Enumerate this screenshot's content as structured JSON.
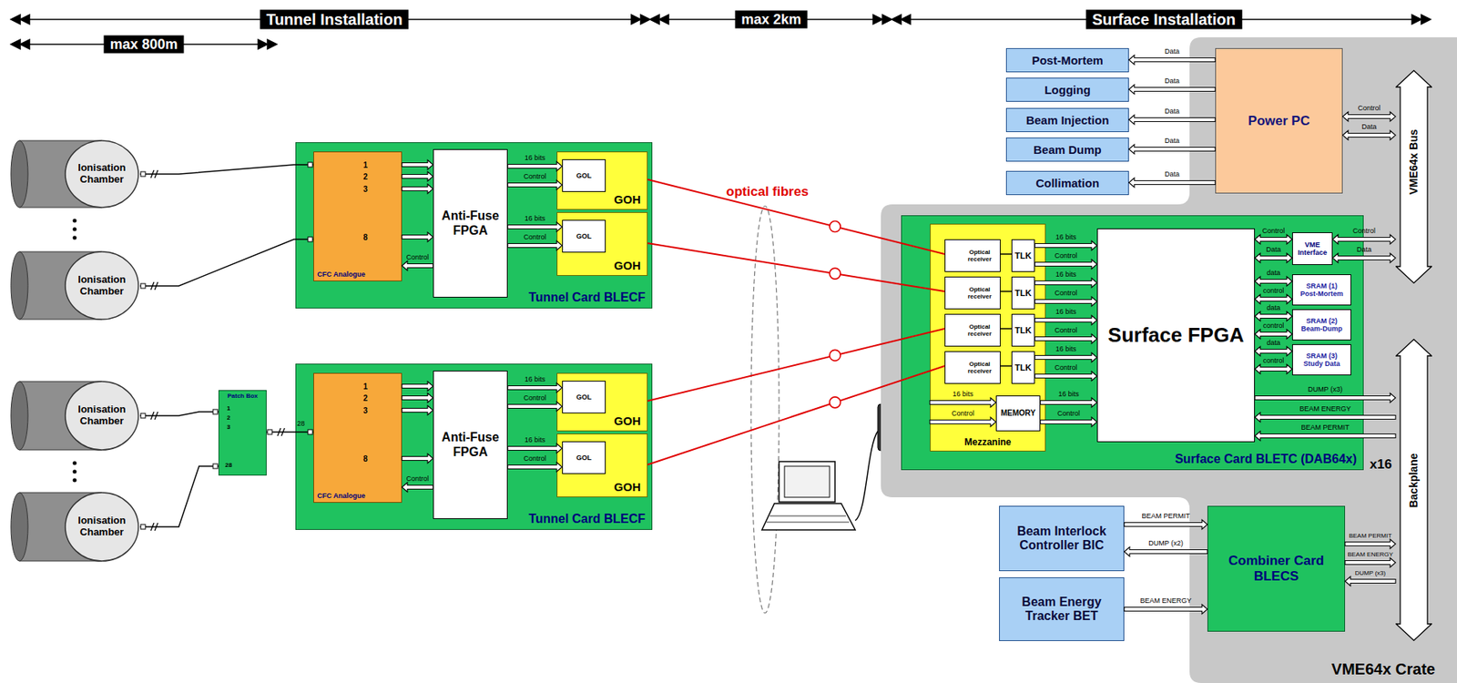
{
  "diagram": {
    "nodes": [
      {
        "text": [
          "Ionisation Chamber"
        ]
      },
      {
        "text": [
          "Ionisation Chamber"
        ]
      },
      {
        "text": [
          "Ionisation Chamber"
        ]
      },
      {
        "text": [
          "Ionisation Chamber"
        ]
      },
      {
        "text": [
          "Tunnel Card BLECF"
        ]
      },
      {
        "text": [
          "CFC Analogue"
        ],
        "in": 4
      },
      {
        "text": [
          "Anti-Fuse FPGA"
        ],
        "in": 4
      },
      {
        "text": [
          "GOH"
        ],
        "in": 4
      },
      {
        "text": [
          "GOL"
        ],
        "in": 7
      },
      {
        "text": [
          "GOH"
        ],
        "in": 4
      },
      {
        "text": [
          "GOL"
        ],
        "in": 9
      },
      {
        "text": [
          "Patch Box"
        ]
      },
      {
        "text": [
          "Tunnel Card BLECF"
        ]
      },
      {
        "text": [
          "CFC Analogue"
        ],
        "in": 12
      },
      {
        "text": [
          "Anti-Fuse FPGA"
        ],
        "in": 12
      },
      {
        "text": [
          "GOH"
        ],
        "in": 12
      },
      {
        "text": [
          "GOL"
        ],
        "in": 15
      },
      {
        "text": [
          "GOH"
        ],
        "in": 12
      },
      {
        "text": [
          "GOL"
        ],
        "in": 17
      },
      {
        "text": [
          "Post-Mortem"
        ]
      },
      {
        "text": [
          "Logging"
        ]
      },
      {
        "text": [
          "Beam Injection"
        ]
      },
      {
        "text": [
          "Beam Dump"
        ]
      },
      {
        "text": [
          "Collimation"
        ]
      },
      {
        "text": [
          "VME64x Crate"
        ]
      },
      {
        "text": [
          "Power PC"
        ],
        "in": 24
      },
      {
        "text": [
          "VME64x Bus"
        ],
        "in": 24
      },
      {
        "text": [
          "Surface Card BLETC (DAB64x)"
        ],
        "in": 24
      },
      {
        "text": [
          "Mezzanine"
        ],
        "in": 27
      },
      {
        "text": [
          "Optical receiver"
        ],
        "in": 28
      },
      {
        "text": [
          "Optical receiver"
        ],
        "in": 28
      },
      {
        "text": [
          "Optical receiver"
        ],
        "in": 28
      },
      {
        "text": [
          "Optical receiver"
        ],
        "in": 28
      },
      {
        "text": [
          "TLK"
        ],
        "in": 28
      },
      {
        "text": [
          "TLK"
        ],
        "in": 28
      },
      {
        "text": [
          "TLK"
        ],
        "in": 28
      },
      {
        "text": [
          "TLK"
        ],
        "in": 28
      },
      {
        "text": [
          "MEMORY"
        ],
        "in": 28
      },
      {
        "text": [
          "Surface FPGA"
        ],
        "in": 27
      },
      {
        "text": [
          "VME Interface"
        ],
        "in": 27
      },
      {
        "text": [
          "SRAM (1) Post-Mortem"
        ],
        "in": 27
      },
      {
        "text": [
          "SRAM (2) Beam-Dump"
        ],
        "in": 27
      },
      {
        "text": [
          "SRAM (3) Study Data"
        ],
        "in": 27
      },
      {
        "text": [
          "Beam Interlock Controller BIC"
        ]
      },
      {
        "text": [
          "Beam Energy Tracker BET"
        ]
      },
      {
        "text": [
          "Combiner Card BLECS"
        ],
        "in": 24
      },
      {
        "text": [
          "Backplane"
        ],
        "in": 24
      }
    ],
    "edges": [
      {
        "from": 0,
        "to": 5,
        "arrow": "none"
      },
      {
        "from": 1,
        "to": 5,
        "arrow": "none"
      },
      {
        "from": 2,
        "to": 11,
        "arrow": "none"
      },
      {
        "from": 3,
        "to": 11,
        "arrow": "none"
      },
      {
        "from": 11,
        "to": 13,
        "arrow": "none",
        "label": "28"
      },
      {
        "from": 5,
        "to": 6,
        "arrow": "to"
      },
      {
        "from": 5,
        "to": 6,
        "arrow": "to"
      },
      {
        "from": 5,
        "to": 6,
        "arrow": "to"
      },
      {
        "from": 5,
        "to": 6,
        "arrow": "to"
      },
      {
        "from": 6,
        "to": 5,
        "arrow": "to",
        "label": "Control"
      },
      {
        "from": 6,
        "to": 8,
        "arrow": "to",
        "label": "16 bits"
      },
      {
        "from": 6,
        "to": 8,
        "arrow": "to",
        "label": "Control"
      },
      {
        "from": 6,
        "to": 10,
        "arrow": "to",
        "label": "16 bits"
      },
      {
        "from": 6,
        "to": 10,
        "arrow": "to",
        "label": "Control"
      },
      {
        "from": 13,
        "to": 14,
        "arrow": "to"
      },
      {
        "from": 13,
        "to": 14,
        "arrow": "to"
      },
      {
        "from": 13,
        "to": 14,
        "arrow": "to"
      },
      {
        "from": 13,
        "to": 14,
        "arrow": "to"
      },
      {
        "from": 14,
        "to": 13,
        "arrow": "to",
        "label": "Control"
      },
      {
        "from": 14,
        "to": 16,
        "arrow": "to",
        "label": "16 bits"
      },
      {
        "from": 14,
        "to": 16,
        "arrow": "to",
        "label": "Control"
      },
      {
        "from": 14,
        "to": 18,
        "arrow": "to",
        "label": "16 bits"
      },
      {
        "from": 14,
        "to": 18,
        "arrow": "to",
        "label": "Control"
      },
      {
        "from": 7,
        "to": 29,
        "arrow": "none"
      },
      {
        "from": 9,
        "to": 30,
        "arrow": "none"
      },
      {
        "from": 15,
        "to": 31,
        "arrow": "none"
      },
      {
        "from": 17,
        "to": 32,
        "arrow": "none"
      },
      {
        "from": 29,
        "to": 33,
        "arrow": "none"
      },
      {
        "from": 30,
        "to": 34,
        "arrow": "none"
      },
      {
        "from": 31,
        "to": 35,
        "arrow": "none"
      },
      {
        "from": 32,
        "to": 36,
        "arrow": "none"
      },
      {
        "from": 33,
        "to": 38,
        "arrow": "to",
        "label": "16 bits"
      },
      {
        "from": 33,
        "to": 38,
        "arrow": "to",
        "label": "Control"
      },
      {
        "from": 34,
        "to": 38,
        "arrow": "to",
        "label": "16 bits"
      },
      {
        "from": 34,
        "to": 38,
        "arrow": "to",
        "label": "Control"
      },
      {
        "from": 35,
        "to": 38,
        "arrow": "to",
        "label": "16 bits"
      },
      {
        "from": 35,
        "to": 38,
        "arrow": "to",
        "label": "Control"
      },
      {
        "from": 36,
        "to": 38,
        "arrow": "to",
        "label": "16 bits"
      },
      {
        "from": 36,
        "to": 38,
        "arrow": "to",
        "label": "Control"
      },
      {
        "from": 28,
        "to": 37,
        "arrow": "to",
        "label": "16 bits"
      },
      {
        "from": 28,
        "to": 37,
        "arrow": "to",
        "label": "Control"
      },
      {
        "from": 37,
        "to": 38,
        "arrow": "to",
        "label": "16 bits"
      },
      {
        "from": 37,
        "to": 38,
        "arrow": "to",
        "label": "Control"
      },
      {
        "from": 38,
        "to": 39,
        "arrow": "both",
        "label": "Control"
      },
      {
        "from": 38,
        "to": 39,
        "arrow": "both",
        "label": "Data"
      },
      {
        "from": 39,
        "to": 26,
        "arrow": "both",
        "label": "Control"
      },
      {
        "from": 39,
        "to": 26,
        "arrow": "both",
        "label": "Data"
      },
      {
        "from": 38,
        "to": 40,
        "arrow": "both",
        "label": "data"
      },
      {
        "from": 38,
        "to": 40,
        "arrow": "both",
        "label": "control"
      },
      {
        "from": 38,
        "to": 41,
        "arrow": "both",
        "label": "data"
      },
      {
        "from": 38,
        "to": 41,
        "arrow": "both",
        "label": "control"
      },
      {
        "from": 38,
        "to": 42,
        "arrow": "both",
        "label": "data"
      },
      {
        "from": 38,
        "to": 42,
        "arrow": "both",
        "label": "control"
      },
      {
        "from": 38,
        "to": 46,
        "arrow": "to",
        "label": "DUMP (x3)"
      },
      {
        "from": 46,
        "to": 38,
        "arrow": "to",
        "label": "BEAM ENERGY"
      },
      {
        "from": 46,
        "to": 38,
        "arrow": "to",
        "label": "BEAM PERMIT"
      },
      {
        "from": 25,
        "to": 19,
        "arrow": "to",
        "label": "Data"
      },
      {
        "from": 25,
        "to": 20,
        "arrow": "to",
        "label": "Data"
      },
      {
        "from": 25,
        "to": 21,
        "arrow": "to",
        "label": "Data"
      },
      {
        "from": 25,
        "to": 22,
        "arrow": "to",
        "label": "Data"
      },
      {
        "from": 25,
        "to": 23,
        "arrow": "to",
        "label": "Data"
      },
      {
        "from": 25,
        "to": 26,
        "arrow": "both",
        "label": "Control"
      },
      {
        "from": 25,
        "to": 26,
        "arrow": "both",
        "label": "Data"
      },
      {
        "from": 43,
        "to": 45,
        "arrow": "to",
        "label": "BEAM PERMIT"
      },
      {
        "from": 45,
        "to": 43,
        "arrow": "to",
        "label": "DUMP (x2)"
      },
      {
        "from": 44,
        "to": 45,
        "arrow": "to",
        "label": "BEAM ENERGY"
      },
      {
        "from": 45,
        "to": 46,
        "arrow": "to",
        "label": "BEAM PERMIT"
      },
      {
        "from": 45,
        "to": 46,
        "arrow": "to",
        "label": "BEAM ENERGY"
      },
      {
        "from": 46,
        "to": 45,
        "arrow": "to",
        "label": "DUMP (x3)"
      }
    ],
    "labels": [
      "Tunnel Installation",
      "max 800m",
      "max 2km",
      "Surface Installation",
      "optical fibres",
      "1",
      "2",
      "3",
      "8",
      "1",
      "2",
      "3",
      "8",
      "1",
      "2",
      "3",
      "28",
      "x16"
    ]
  }
}
